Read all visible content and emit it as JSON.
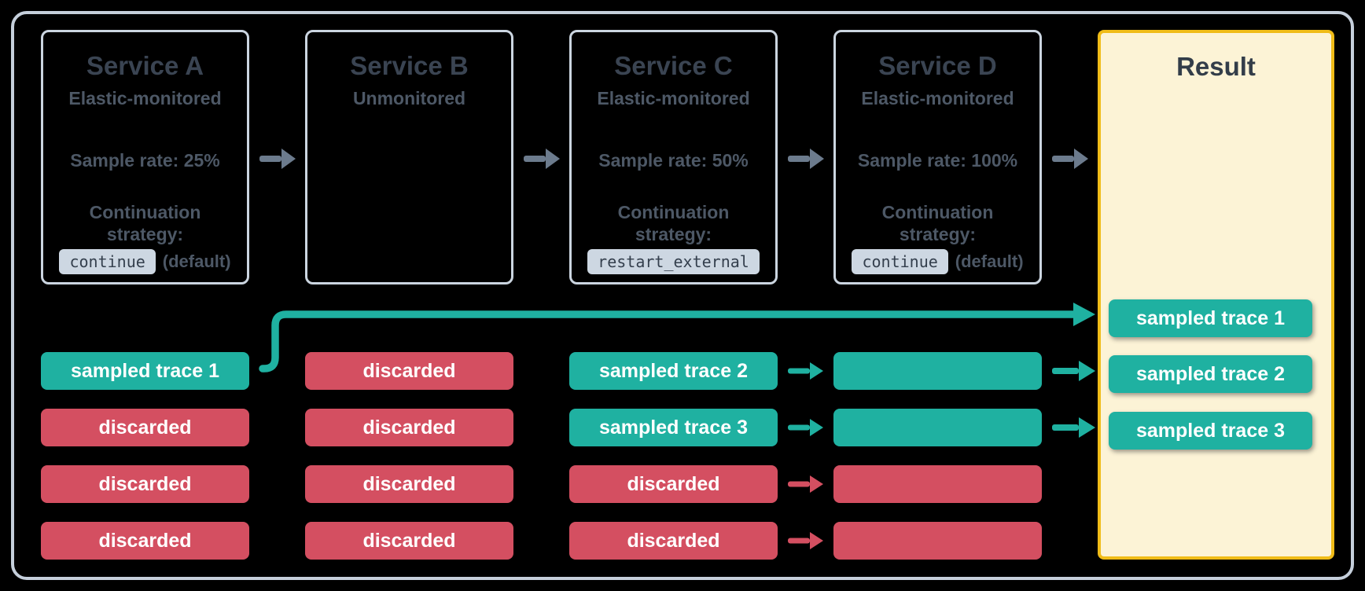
{
  "colors": {
    "background": "#000000",
    "frame_border": "#C5CFDB",
    "service_border": "#CBD5E0",
    "title_text": "#3A4452",
    "body_text": "#4D5866",
    "sampled_teal": "#1FB1A1",
    "discarded_red": "#D44F61",
    "arrow_gray": "#6C7B8D",
    "chip_background": "#CDD7E2",
    "chip_text": "#343F4D",
    "result_background": "#FCF3D6",
    "result_border": "#F0BC18",
    "trace_text": "#FFFFFF"
  },
  "services": [
    {
      "title": "Service A",
      "monitoring": "Elastic-monitored",
      "sample_rate": "Sample rate: 25%",
      "continuation_line1": "Continuation",
      "continuation_line2": "strategy:",
      "strategy_code": "continue",
      "strategy_suffix": "(default)"
    },
    {
      "title": "Service B",
      "monitoring": "Unmonitored"
    },
    {
      "title": "Service C",
      "monitoring": "Elastic-monitored",
      "sample_rate": "Sample rate: 50%",
      "continuation_line1": "Continuation",
      "continuation_line2": "strategy:",
      "strategy_code": "restart_external"
    },
    {
      "title": "Service D",
      "monitoring": "Elastic-monitored",
      "sample_rate": "Sample rate: 100%",
      "continuation_line1": "Continuation",
      "continuation_line2": "strategy:",
      "strategy_code": "continue",
      "strategy_suffix": "(default)"
    }
  ],
  "columns": {
    "a": {
      "rows": [
        {
          "label": "sampled trace 1",
          "kind": "sampled"
        },
        {
          "label": "discarded",
          "kind": "discarded"
        },
        {
          "label": "discarded",
          "kind": "discarded"
        },
        {
          "label": "discarded",
          "kind": "discarded"
        }
      ]
    },
    "b": {
      "rows": [
        {
          "label": "discarded",
          "kind": "discarded"
        },
        {
          "label": "discarded",
          "kind": "discarded"
        },
        {
          "label": "discarded",
          "kind": "discarded"
        },
        {
          "label": "discarded",
          "kind": "discarded"
        }
      ]
    },
    "c": {
      "rows": [
        {
          "label": "sampled trace 2",
          "kind": "sampled"
        },
        {
          "label": "sampled trace 3",
          "kind": "sampled"
        },
        {
          "label": "discarded",
          "kind": "discarded"
        },
        {
          "label": "discarded",
          "kind": "discarded"
        }
      ]
    },
    "d": {
      "rows": [
        {
          "label": "",
          "kind": "sampled"
        },
        {
          "label": "",
          "kind": "sampled"
        },
        {
          "label": "",
          "kind": "discarded"
        },
        {
          "label": "",
          "kind": "discarded"
        }
      ]
    }
  },
  "result": {
    "title": "Result",
    "traces": [
      "sampled trace 1",
      "sampled trace 2",
      "sampled trace 3"
    ]
  },
  "icons": {
    "flow_arrow": "right-arrow",
    "trace_arrow": "right-arrow",
    "elbow_connector": "elbow-right-arrow"
  }
}
